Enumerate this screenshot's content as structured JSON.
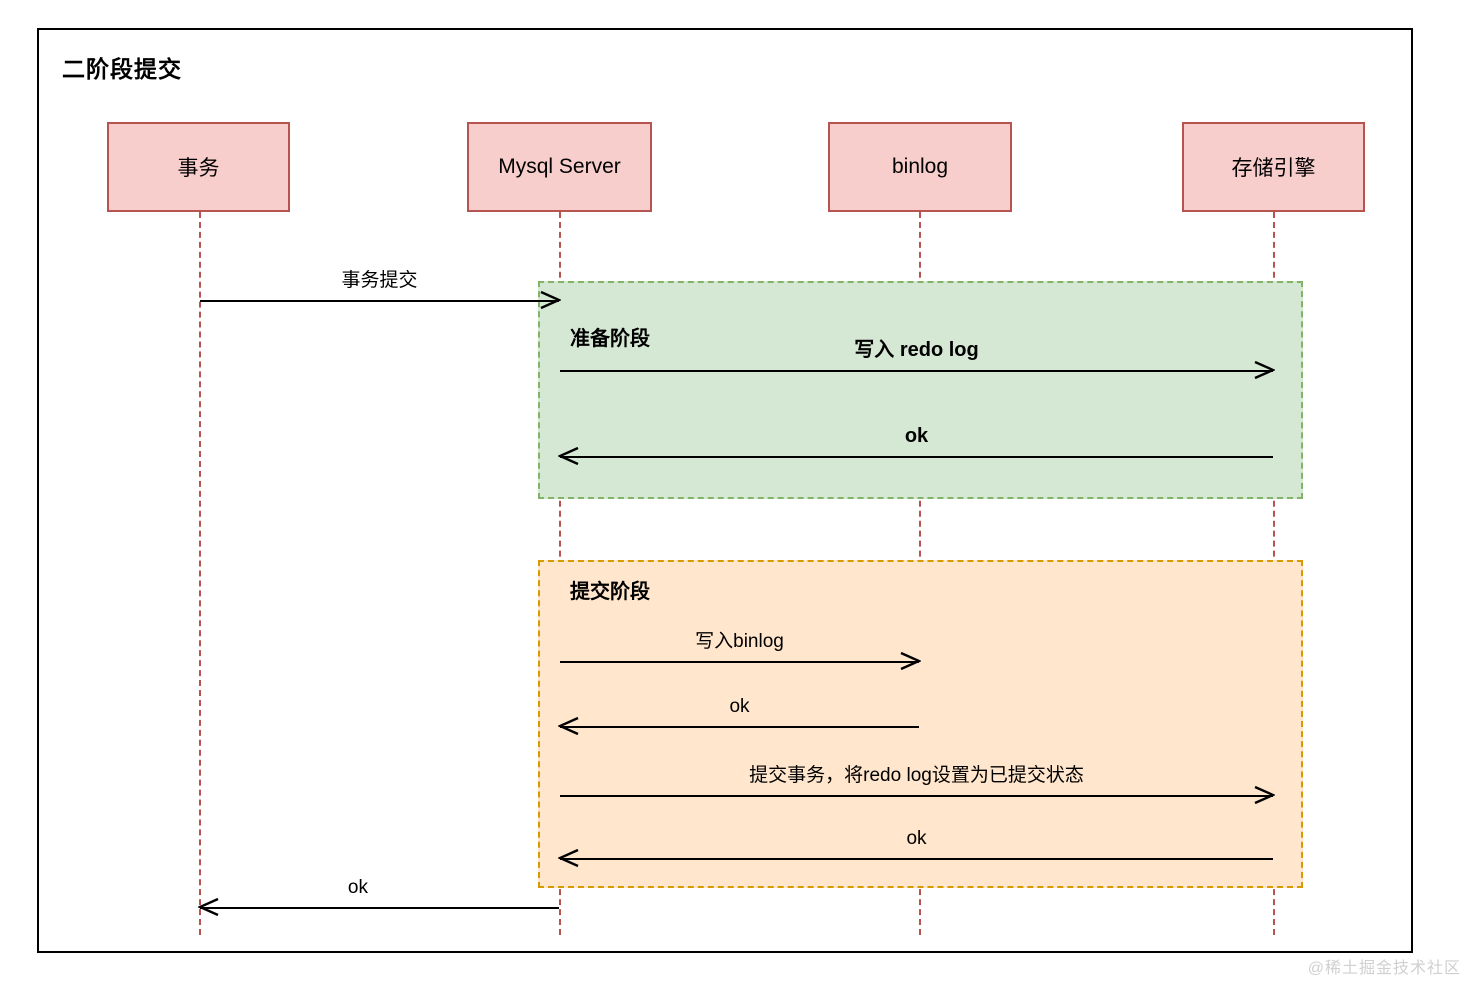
{
  "diagram": {
    "title": "二阶段提交",
    "watermark": "@稀土掘金技术社区",
    "colors": {
      "participant_fill": "#f8cecc",
      "participant_border": "#b85450",
      "lifeline": "#b85450",
      "prepare_fill": "#d5e8d4",
      "prepare_border": "#82b366",
      "commit_fill": "#ffe6cc",
      "commit_border": "#d79b00",
      "arrow": "#000000",
      "frame": "#000000",
      "watermark": "#d0d0d0"
    }
  },
  "participants": [
    {
      "id": "transaction",
      "label": "事务"
    },
    {
      "id": "mysql-server",
      "label": "Mysql Server"
    },
    {
      "id": "binlog",
      "label": "binlog"
    },
    {
      "id": "storage-engine",
      "label": "存储引擎"
    }
  ],
  "phases": [
    {
      "id": "prepare",
      "label": "准备阶段"
    },
    {
      "id": "commit",
      "label": "提交阶段"
    }
  ],
  "messages": [
    {
      "id": "m1",
      "label": "事务提交",
      "from": "transaction",
      "to": "mysql-server",
      "direction": "right"
    },
    {
      "id": "m2",
      "label": "写入 redo log",
      "from": "mysql-server",
      "to": "storage-engine",
      "direction": "right"
    },
    {
      "id": "m3",
      "label": "ok",
      "from": "storage-engine",
      "to": "mysql-server",
      "direction": "left"
    },
    {
      "id": "m4",
      "label": "写入binlog",
      "from": "mysql-server",
      "to": "binlog",
      "direction": "right"
    },
    {
      "id": "m5",
      "label": "ok",
      "from": "binlog",
      "to": "mysql-server",
      "direction": "left"
    },
    {
      "id": "m6",
      "label": "提交事务，将redo log设置为已提交状态",
      "from": "mysql-server",
      "to": "storage-engine",
      "direction": "right"
    },
    {
      "id": "m7",
      "label": "ok",
      "from": "storage-engine",
      "to": "mysql-server",
      "direction": "left"
    },
    {
      "id": "m8",
      "label": "ok",
      "from": "mysql-server",
      "to": "transaction",
      "direction": "left"
    }
  ]
}
